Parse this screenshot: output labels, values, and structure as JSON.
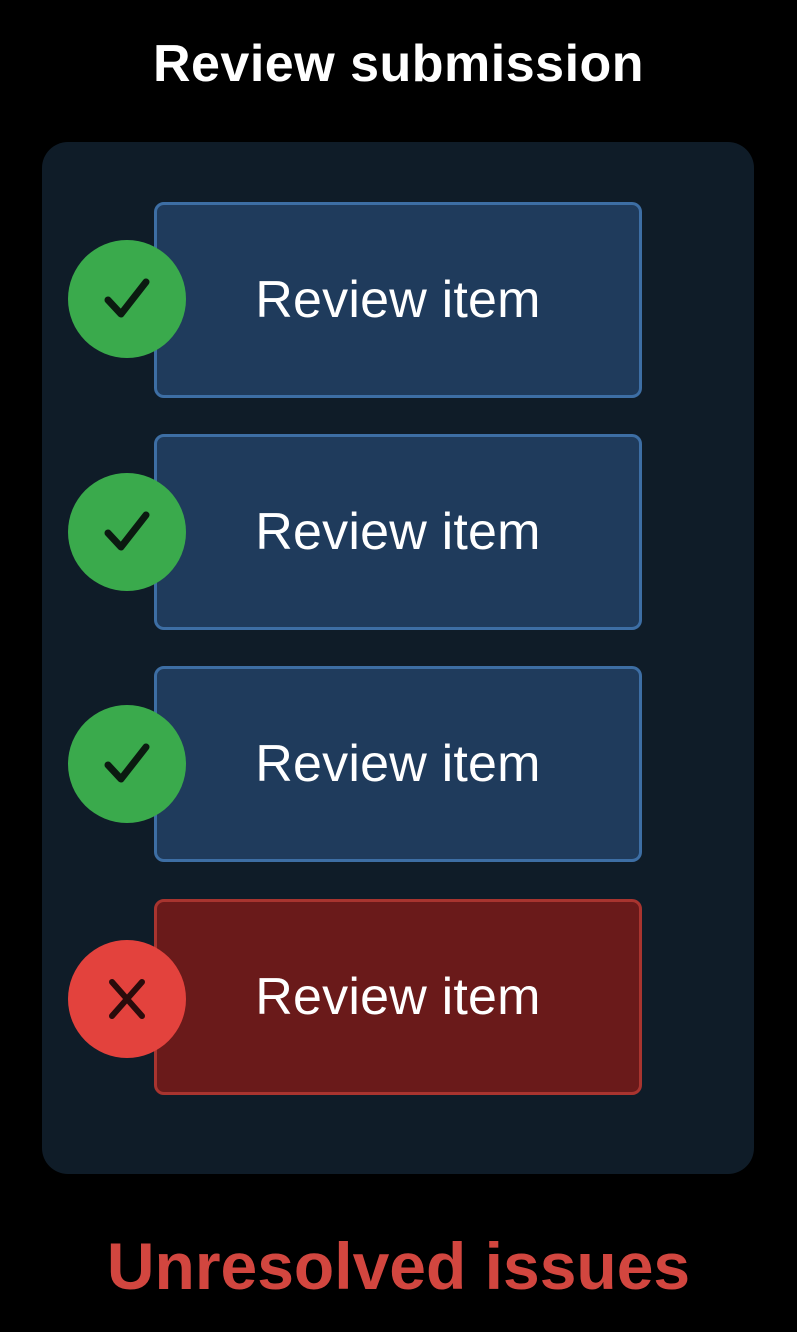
{
  "title": "Review submission",
  "items": [
    {
      "label": "Review item",
      "status": "resolved",
      "icon": "check-icon"
    },
    {
      "label": "Review item",
      "status": "resolved",
      "icon": "check-icon"
    },
    {
      "label": "Review item",
      "status": "resolved",
      "icon": "check-icon"
    },
    {
      "label": "Review item",
      "status": "unresolved",
      "icon": "x-icon"
    }
  ],
  "footer": {
    "message": "Unresolved issues"
  },
  "colors": {
    "background": "#000000",
    "panel": "#0f1c28",
    "item_ok": "#1f3b5c",
    "item_bad": "#6a1a1a",
    "status_ok": "#3aaa4c",
    "status_bad": "#e3423d",
    "warning_text": "#d2463f"
  }
}
